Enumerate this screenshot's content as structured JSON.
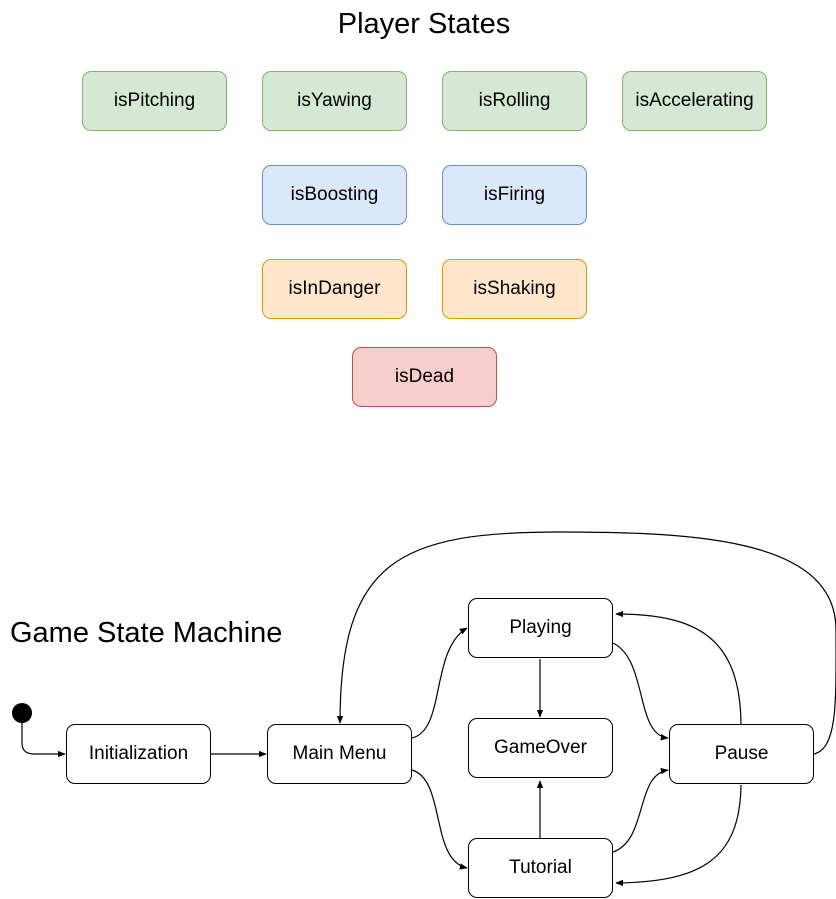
{
  "player_states": {
    "title": "Player States",
    "row1": [
      "isPitching",
      "isYawing",
      "isRolling",
      "isAccelerating"
    ],
    "row2": [
      "isBoosting",
      "isFiring"
    ],
    "row3": [
      "isInDanger",
      "isShaking"
    ],
    "row4": [
      "isDead"
    ]
  },
  "game_state_machine": {
    "title": "Game State Machine",
    "states": {
      "initialization": "Initialization",
      "main_menu": "Main Menu",
      "playing": "Playing",
      "game_over": "GameOver",
      "tutorial": "Tutorial",
      "pause": "Pause"
    }
  },
  "colors": {
    "movement_fill": "#d5e8d4",
    "movement_stroke": "#82b366",
    "action_fill": "#dae8fc",
    "action_stroke": "#6c8ebf",
    "warning_fill": "#ffe6cc",
    "warning_stroke": "#d79b00",
    "dead_fill": "#f8cecc",
    "dead_stroke": "#b85450"
  }
}
